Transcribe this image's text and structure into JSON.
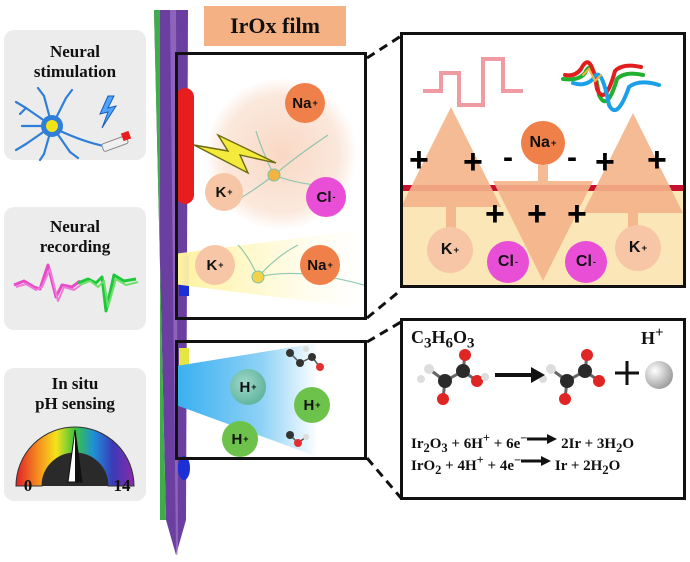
{
  "film_label": "IrOx film",
  "panels": {
    "stimulation": {
      "line1": "Neural",
      "line2": "stimulation"
    },
    "recording": {
      "line1": "Neural",
      "line2": "recording"
    },
    "ph": {
      "line1": "In situ",
      "line2": "pH sensing",
      "min": "0",
      "max": "14"
    }
  },
  "ions": {
    "na": "Na",
    "k": "K",
    "cl": "Cl",
    "h": "H",
    "plus": "+",
    "minus": "-"
  },
  "molecule": {
    "formula_c": "C",
    "sub_3a": "3",
    "formula_h": "H",
    "sub_6": "6",
    "formula_o": "O",
    "sub_3b": "3",
    "proton": "H"
  },
  "equations": {
    "eq1": {
      "ir2o3": "Ir",
      "sub2": "2",
      "o": "O",
      "sub3": "3",
      "lhs": " + 6H",
      "lhs2": " + 6e",
      "rhs": " 2Ir + 3H",
      "rhs_sub": "2",
      "rhs_end": "O"
    },
    "eq2": {
      "iro2": "IrO",
      "sub2": "2",
      "lhs": " + 4H",
      "lhs2": " + 4e",
      "rhs": " Ir + 2H",
      "rhs_sub": "2",
      "rhs_end": "O"
    }
  },
  "colors": {
    "probe": "#6a3fa0",
    "film": "#f4b183",
    "stim_pad": "#e81d1d",
    "rec_pad": "#1a2fd6",
    "na_ion": "#f0804a",
    "k_ion": "#f7c6a6",
    "cl_ion": "#e84fd6",
    "h_ion": "#6cc24a",
    "membrane": "#c8102e",
    "cytoplasm": "#fbe6b8"
  }
}
